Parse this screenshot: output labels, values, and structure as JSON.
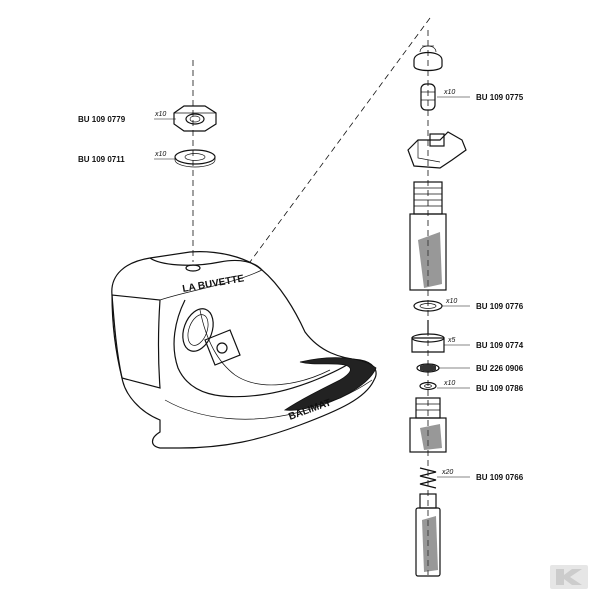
{
  "callouts": [
    {
      "qty": "x10",
      "code": "BU 109 0779"
    },
    {
      "qty": "x10",
      "code": "BU 109 0711"
    },
    {
      "qty": "x10",
      "code": "BU 109 0775"
    },
    {
      "qty": "x10",
      "code": "BU 109 0776"
    },
    {
      "qty": "x5",
      "code": "BU 109 0774"
    },
    {
      "qty": "",
      "code": "BU 226 0906"
    },
    {
      "qty": "x10",
      "code": "BU 109 0786"
    },
    {
      "qty": "x20",
      "code": "BU 109 0766"
    }
  ],
  "bowl": {
    "front_text": "LA BUVETTE",
    "lip_text": "BALIMAT"
  },
  "logo": {
    "mark": "K",
    "color": "#cccccc"
  }
}
